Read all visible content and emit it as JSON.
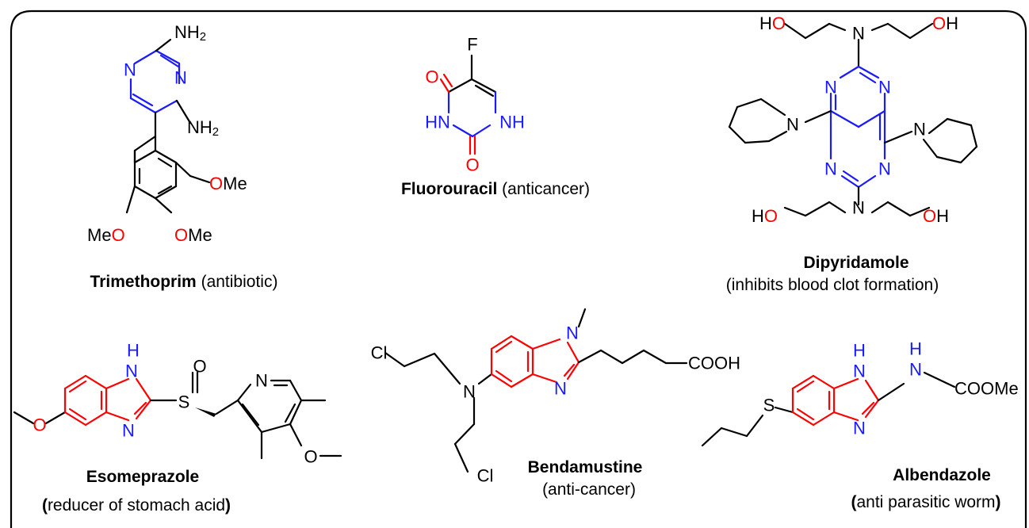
{
  "compounds": [
    {
      "name": "Trimethoprim",
      "note": "(antibiotic)"
    },
    {
      "name": "Fluorouracil",
      "note": "(anticancer)"
    },
    {
      "name": "Dipyridamole",
      "note": "(inhibits blood clot formation)"
    },
    {
      "name": "Esomeprazole",
      "note": "reducer of stomach acid",
      "paren_open": "(",
      "paren_close": ")"
    },
    {
      "name": "Bendamustine",
      "note": "(anti-cancer)"
    },
    {
      "name": "Albendazole",
      "note": "anti parasitic worm",
      "paren_open": "(",
      "paren_close": ")"
    }
  ],
  "atoms": {
    "n": "N",
    "h": "H",
    "o": "O",
    "s": "S",
    "f": "F",
    "cl": "Cl",
    "nh": "NH",
    "hn": "HN",
    "nh2": "NH",
    "two": "2",
    "ome": "OMe",
    "meo": "MeO",
    "ho": "HO",
    "oh": "OH",
    "cooh": "COOH",
    "coome": "COOMe"
  },
  "colors": {
    "nitrogen_ring": "#1a1aff",
    "oxygen": "#ff0000",
    "benzimidazole_ring": "#ff0000",
    "bond": "#000000"
  }
}
